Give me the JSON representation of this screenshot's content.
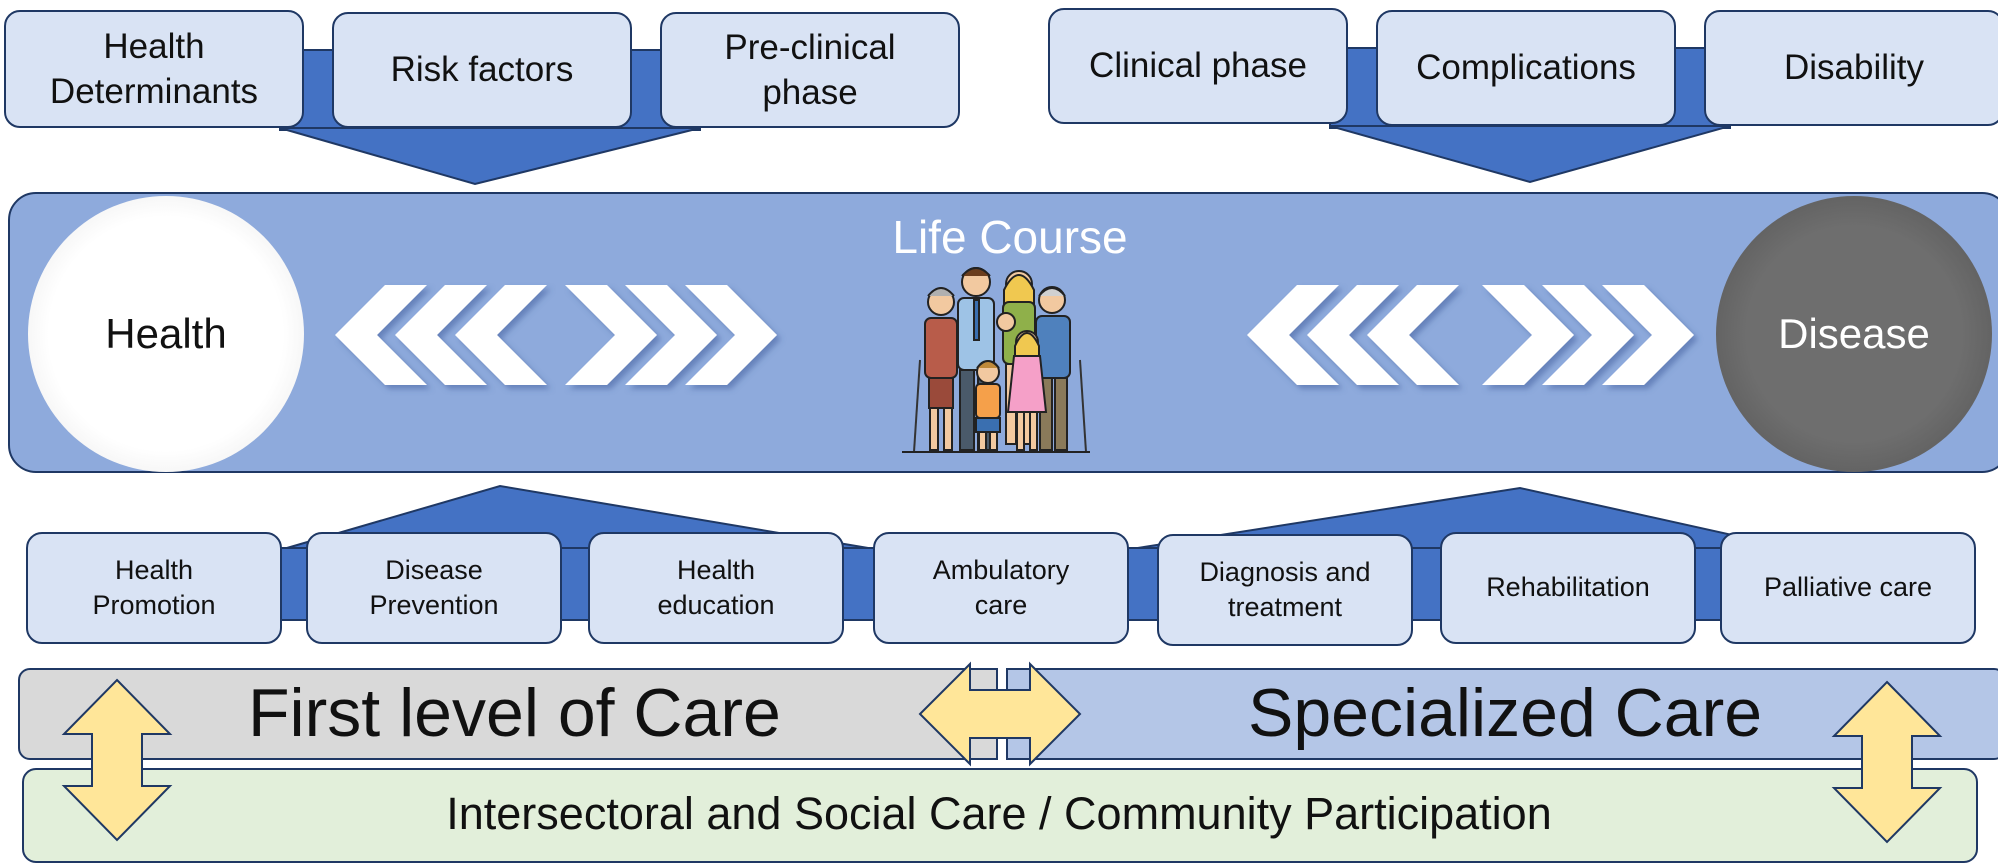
{
  "top_left_group": [
    "Health\nDeterminants",
    "Risk factors",
    "Pre-clinical\nphase"
  ],
  "top_right_group": [
    "Clinical phase",
    "Complications",
    "Disability"
  ],
  "center": {
    "title": "Life Course",
    "left_pole": "Health",
    "right_pole": "Disease",
    "family_icon": "family-icon"
  },
  "services": [
    "Health\nPromotion",
    "Disease\nPrevention",
    "Health\neducation",
    "Ambulatory\ncare",
    "Diagnosis and\ntreatment",
    "Rehabilitation",
    "Palliative care"
  ],
  "care_levels": {
    "first": "First level of Care",
    "specialized": "Specialized Care"
  },
  "intersectoral": "Intersectoral and Social Care / Community Participation",
  "colors": {
    "box_fill": "#d9e3f4",
    "box_border": "#1f3864",
    "connector": "#4472c4",
    "main_band": "#8eaadc",
    "first_level": "#d9d9d9",
    "specialized": "#b4c6e7",
    "intersectoral": "#e2efda",
    "arrow_fill": "#ffe699"
  }
}
